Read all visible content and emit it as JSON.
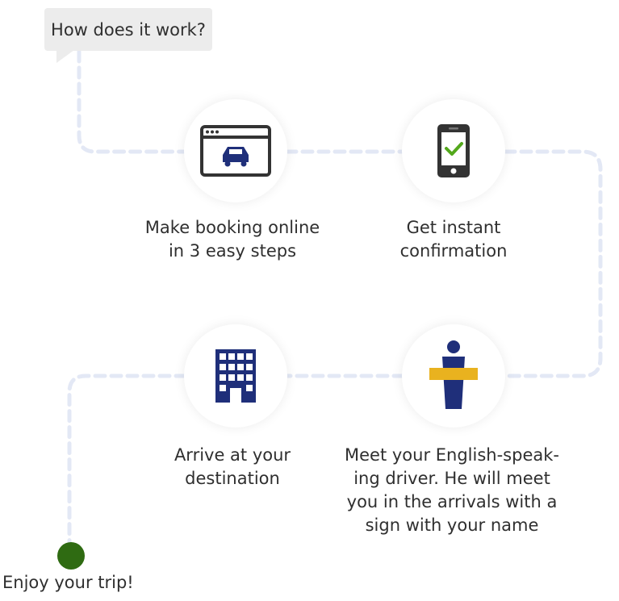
{
  "heading": "How does it work?",
  "steps": [
    {
      "label_lines": [
        "Make booking online",
        "in 3 easy steps"
      ],
      "icon": "browser-car-icon"
    },
    {
      "label_lines": [
        "Get instant",
        "confirmation"
      ],
      "icon": "phone-check-icon"
    },
    {
      "label_lines": [
        "Meet your English-speak-",
        "ing driver. He will meet",
        "you in the arrivals with a",
        "sign with your name"
      ],
      "icon": "driver-sign-icon"
    },
    {
      "label_lines": [
        "Arrive at your",
        "destination"
      ],
      "icon": "building-icon"
    }
  ],
  "final_label": "Enjoy your trip!",
  "colors": {
    "route": "#e3e8f5",
    "navy": "#1f2f7a",
    "yellow": "#e9b21f",
    "green": "#2f6b12",
    "dark": "#333333",
    "check": "#53a81c"
  }
}
